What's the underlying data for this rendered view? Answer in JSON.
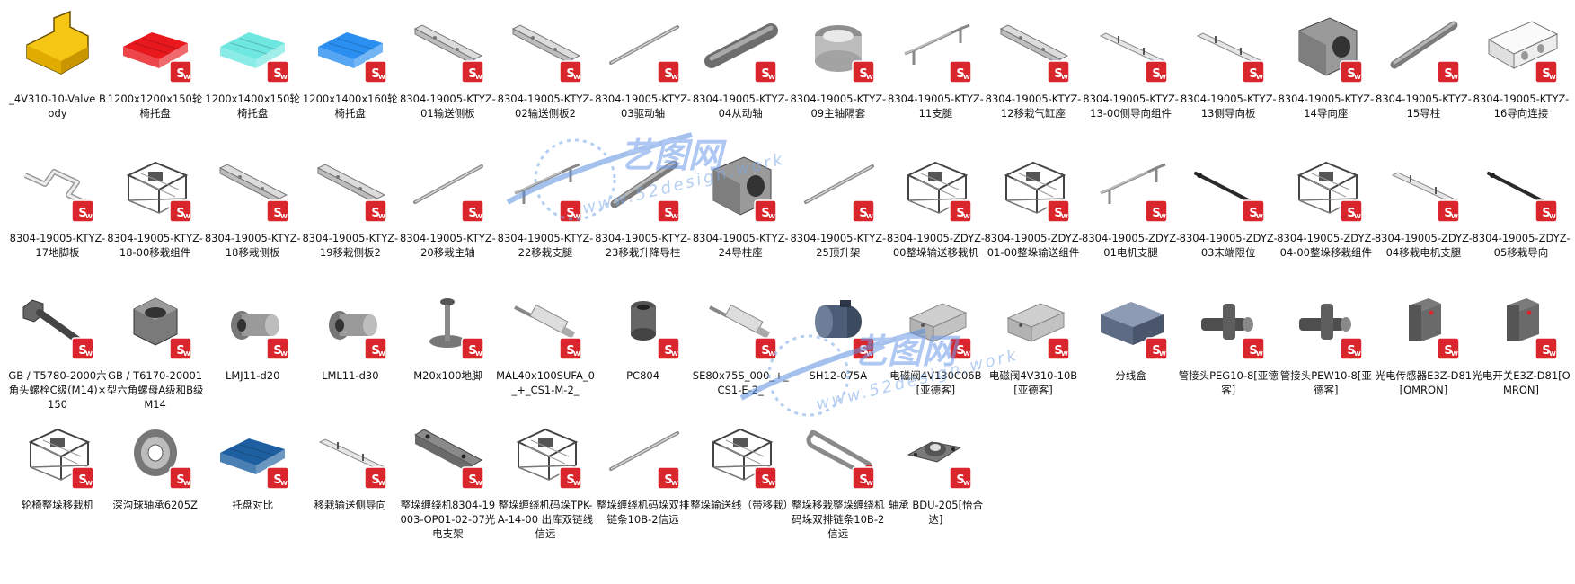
{
  "watermark": {
    "brand": "艺图网",
    "url": "www.52design.work"
  },
  "colors": {
    "sw_badge": "#d8262c",
    "accent_blue": "#1e7fd6",
    "brand_yellow": "#f6c614"
  },
  "items": [
    {
      "label": "_4V310-10-Valve Body",
      "icon": "yellow-l-block-icon"
    },
    {
      "label": "1200x1200x150轮椅托盘",
      "icon": "red-pallet-icon"
    },
    {
      "label": "1200x1400x150轮椅托盘",
      "icon": "cyan-pallet-icon"
    },
    {
      "label": "1200x1400x160轮椅托盘",
      "icon": "blue-pallet-icon"
    },
    {
      "label": "8304-19005-KTYZ-01输送侧板",
      "icon": "long-plate-icon"
    },
    {
      "label": "8304-19005-KTYZ-02输送侧板2",
      "icon": "long-plate-icon"
    },
    {
      "label": "8304-19005-KTYZ-03驱动轴",
      "icon": "thin-shaft-icon"
    },
    {
      "label": "8304-19005-KTYZ-04从动轴",
      "icon": "thick-shaft-icon"
    },
    {
      "label": "8304-19005-KTYZ-09主轴隔套",
      "icon": "sleeve-icon"
    },
    {
      "label": "8304-19005-KTYZ-11支腿",
      "icon": "frame-leg-icon"
    },
    {
      "label": "8304-19005-KTYZ-12移栽气缸座",
      "icon": "long-plate-icon"
    },
    {
      "label": "8304-19005-KTYZ-13-00侧导向组件",
      "icon": "guide-rail-icon"
    },
    {
      "label": "8304-19005-KTYZ-13侧导向板",
      "icon": "guide-rail-icon"
    },
    {
      "label": "8304-19005-KTYZ-14导向座",
      "icon": "block-hole-icon"
    },
    {
      "label": "8304-19005-KTYZ-15导柱",
      "icon": "rod-icon"
    },
    {
      "label": "8304-19005-KTYZ-16导向连接",
      "icon": "white-block-icon"
    },
    {
      "label": "8304-19005-KTYZ-17地脚板",
      "icon": "bent-plate-icon"
    },
    {
      "label": "8304-19005-KTYZ-18-00移栽组件",
      "icon": "assembly-icon"
    },
    {
      "label": "8304-19005-KTYZ-18移栽侧板",
      "icon": "long-plate-icon"
    },
    {
      "label": "8304-19005-KTYZ-19移栽侧板2",
      "icon": "long-plate-icon"
    },
    {
      "label": "8304-19005-KTYZ-20移栽主轴",
      "icon": "thin-shaft-icon"
    },
    {
      "label": "8304-19005-KTYZ-22移栽支腿",
      "icon": "frame-leg-icon"
    },
    {
      "label": "8304-19005-KTYZ-23移栽升降导柱",
      "icon": "rod-icon"
    },
    {
      "label": "8304-19005-KTYZ-24导柱座",
      "icon": "block-hole-icon"
    },
    {
      "label": "8304-19005-KTYZ-25顶升架",
      "icon": "thin-shaft-icon"
    },
    {
      "label": "8304-19005-ZDYZ-00整垛输送移栽机",
      "icon": "assembly-icon"
    },
    {
      "label": "8304-19005-ZDYZ-01-00整垛输送组件",
      "icon": "assembly-icon"
    },
    {
      "label": "8304-19005-ZDYZ-01电机支腿",
      "icon": "frame-leg-icon"
    },
    {
      "label": "8304-19005-ZDYZ-03末端限位",
      "icon": "dark-bar-icon"
    },
    {
      "label": "8304-19005-ZDYZ-04-00整垛移栽组件",
      "icon": "assembly-icon"
    },
    {
      "label": "8304-19005-ZDYZ-04移栽电机支腿",
      "icon": "guide-rail-icon"
    },
    {
      "label": "8304-19005-ZDYZ-05移栽导向",
      "icon": "dark-bar-icon"
    },
    {
      "label": "GB / T5780-2000六角头螺栓C级(M14)×150",
      "icon": "bolt-icon"
    },
    {
      "label": "GB / T6170-20001型六角螺母A级和B级M14",
      "icon": "hex-nut-icon"
    },
    {
      "label": "LMJ11-d20",
      "icon": "bushing-icon"
    },
    {
      "label": "LML11-d30",
      "icon": "bushing-icon"
    },
    {
      "label": "M20x100地脚",
      "icon": "leveling-foot-icon"
    },
    {
      "label": "MAL40x100SUFA_0_+_CS1-M-2_",
      "icon": "cylinder-icon"
    },
    {
      "label": "PC804",
      "icon": "fitting-icon"
    },
    {
      "label": "SE80x75S_000_+_CS1-E-2_",
      "icon": "cylinder-icon"
    },
    {
      "label": "SH12-075A",
      "icon": "motor-icon"
    },
    {
      "label": "电磁阀4V130C06B[亚德客]",
      "icon": "valve-icon"
    },
    {
      "label": "电磁阀4V310-10B[亚德客]",
      "icon": "valve-icon"
    },
    {
      "label": "分线盒",
      "icon": "junction-box-icon"
    },
    {
      "label": "管接头PEG10-8[亚德客]",
      "icon": "pipe-fitting-icon"
    },
    {
      "label": "管接头PEW10-8[亚德客]",
      "icon": "pipe-fitting-icon"
    },
    {
      "label": "光电传感器E3Z-D81[OMRON]",
      "icon": "sensor-icon"
    },
    {
      "label": "光电开关E3Z-D81[OMRON]",
      "icon": "sensor-icon"
    },
    {
      "label": "轮椅整垛移栽机",
      "icon": "assembly-icon"
    },
    {
      "label": "深沟球轴承6205Z",
      "icon": "bearing-icon"
    },
    {
      "label": "托盘对比",
      "icon": "dark-blue-pallet-icon"
    },
    {
      "label": "移栽输送侧导向",
      "icon": "guide-rail-icon"
    },
    {
      "label": "整垛缠绕机8304-19003-OP01-02-07光电支架",
      "icon": "bracket-plate-icon"
    },
    {
      "label": "整垛缠绕机码垛TPK-A-14-00 出库双链线信远",
      "icon": "assembly-icon"
    },
    {
      "label": "整垛缠绕机码垛双排链条10B-2信远",
      "icon": "thin-shaft-icon"
    },
    {
      "label": "整垛输送线（带移栽）",
      "icon": "assembly-icon"
    },
    {
      "label": "整垛移栽整垛缠绕机码垛双排链条10B-2信远",
      "icon": "chain-loop-icon"
    },
    {
      "label": "轴承 BDU-205[怡合达]",
      "icon": "flange-bearing-icon"
    }
  ]
}
